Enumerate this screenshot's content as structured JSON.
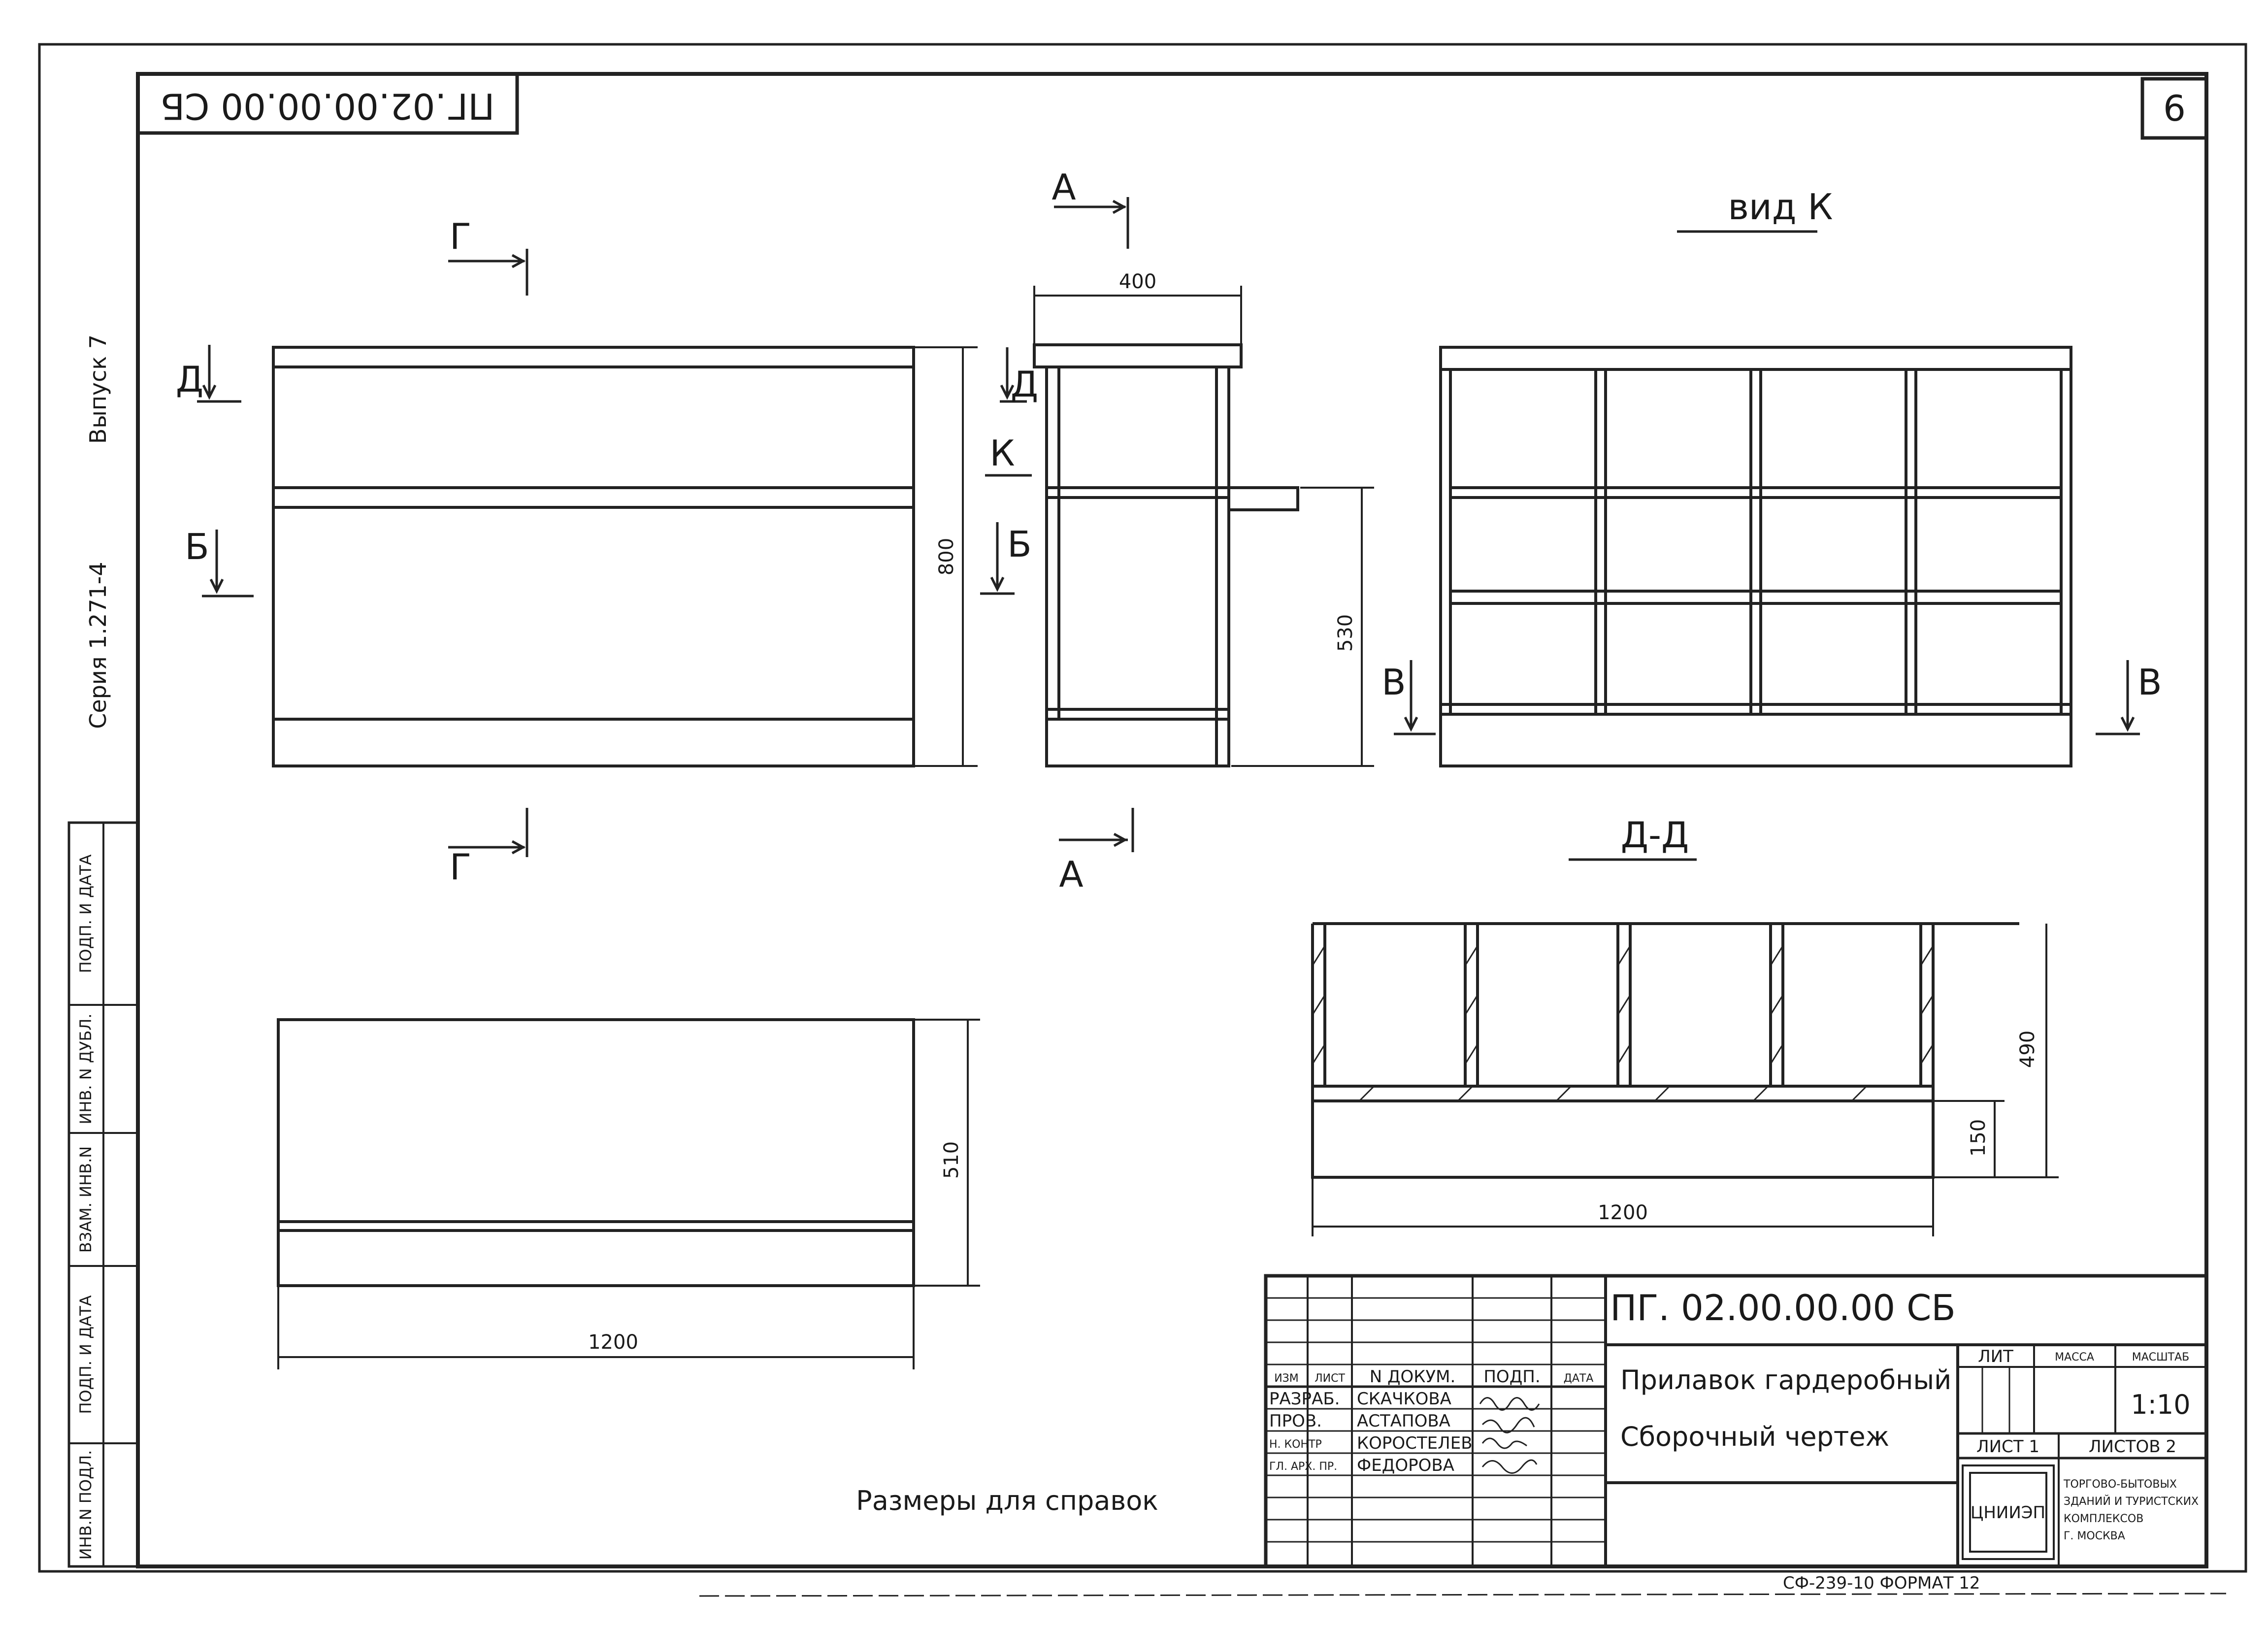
{
  "sheet": {
    "number": "6",
    "code_rotated": "ПГ.02.00.00.00 СБ",
    "series_margin": "Серия 1.271-4",
    "issue_margin": "Выпуск 7",
    "format_note": "СФ-239-10 ФОРМАТ 12"
  },
  "left_strip": {
    "labels": [
      "ИНВ.N ПОДЛ.",
      "ПОДП. И ДАТА",
      "ВЗАМ. ИНВ.N",
      "ИНВ. N ДУБЛ.",
      "ПОДП. И ДАТА"
    ]
  },
  "views": {
    "section_marks": {
      "g": "Г",
      "a": "А",
      "d": "Д",
      "b": "Б",
      "k": "К",
      "v": "В"
    },
    "view_k_title": "вид  К",
    "section_dd_title": "Д-Д",
    "dims": {
      "front_height": "800",
      "side_depth": "400",
      "side_shelf_height": "530",
      "plan_depth": "510",
      "plan_width": "1200",
      "dd_height": "490",
      "dd_plinth": "150",
      "dd_width": "1200"
    },
    "note": "Размеры для справок"
  },
  "title_block": {
    "designation": "ПГ. 02.00.00.00  СБ",
    "name_line1": "Прилавок гардеробный",
    "name_line2": "Сборочный чертеж",
    "headers": [
      "ИЗМ",
      "ЛИСТ",
      "N ДОКУМ.",
      "ПОДП.",
      "ДАТА"
    ],
    "rows": [
      {
        "role": "РАЗРАБ.",
        "name": "СКАЧКОВА"
      },
      {
        "role": "ПРОВ.",
        "name": "АСТАПОВА"
      },
      {
        "role": "Н. КОНТР",
        "name": "КОРОСТЕЛЕВ"
      },
      {
        "role": "ГЛ. АРХ. ПР.",
        "name": "ФЕДОРОВА"
      }
    ],
    "lit_label": "ЛИТ",
    "mass_label": "МАССА",
    "scale_label": "МАСШТАБ",
    "scale_value": "1:10",
    "sheet_label": "ЛИСТ 1",
    "sheets_label": "ЛИСТОВ 2",
    "org_logo": "ЦНИИЭП",
    "org_lines": [
      "ТОРГОВО-БЫТОВЫХ",
      "ЗДАНИЙ И ТУРИСТСКИХ",
      "КОМПЛЕКСОВ",
      "Г. МОСКВА"
    ]
  }
}
